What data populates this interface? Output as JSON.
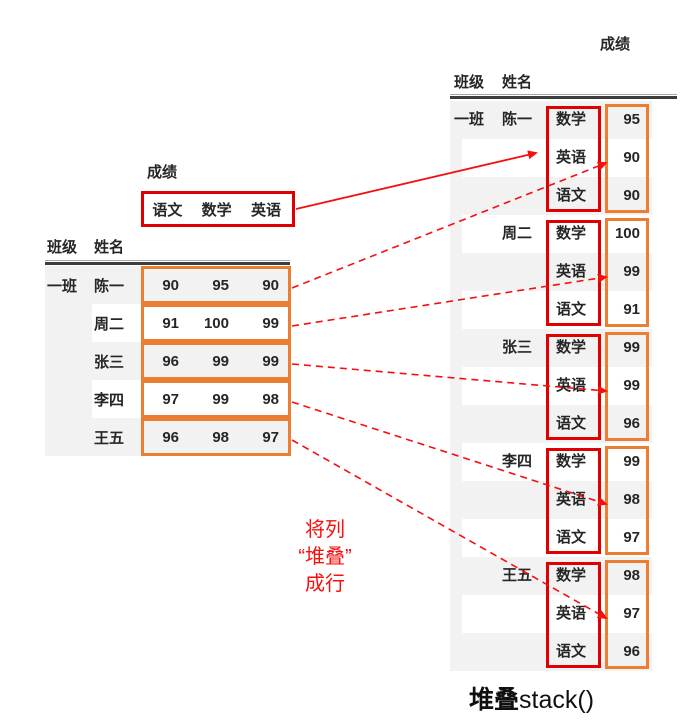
{
  "wide_table": {
    "value_group_header": "成绩",
    "value_headers": [
      "语文",
      "数学",
      "英语"
    ],
    "index_headers": [
      "班级",
      "姓名"
    ],
    "class_value": "一班",
    "rows": [
      {
        "name": "陈一",
        "scores": [
          "90",
          "95",
          "90"
        ]
      },
      {
        "name": "周二",
        "scores": [
          "91",
          "100",
          "99"
        ]
      },
      {
        "name": "张三",
        "scores": [
          "96",
          "99",
          "99"
        ]
      },
      {
        "name": "李四",
        "scores": [
          "97",
          "99",
          "98"
        ]
      },
      {
        "name": "王五",
        "scores": [
          "96",
          "98",
          "97"
        ]
      }
    ]
  },
  "long_table": {
    "value_group_header": "成绩",
    "index_headers": [
      "班级",
      "姓名"
    ],
    "class_value": "一班",
    "groups": [
      {
        "name": "陈一",
        "items": [
          {
            "subject": "数学",
            "score": "95"
          },
          {
            "subject": "英语",
            "score": "90"
          },
          {
            "subject": "语文",
            "score": "90"
          }
        ]
      },
      {
        "name": "周二",
        "items": [
          {
            "subject": "数学",
            "score": "100"
          },
          {
            "subject": "英语",
            "score": "99"
          },
          {
            "subject": "语文",
            "score": "91"
          }
        ]
      },
      {
        "name": "张三",
        "items": [
          {
            "subject": "数学",
            "score": "99"
          },
          {
            "subject": "英语",
            "score": "99"
          },
          {
            "subject": "语文",
            "score": "96"
          }
        ]
      },
      {
        "name": "李四",
        "items": [
          {
            "subject": "数学",
            "score": "99"
          },
          {
            "subject": "英语",
            "score": "98"
          },
          {
            "subject": "语文",
            "score": "97"
          }
        ]
      },
      {
        "name": "王五",
        "items": [
          {
            "subject": "数学",
            "score": "98"
          },
          {
            "subject": "英语",
            "score": "97"
          },
          {
            "subject": "语文",
            "score": "96"
          }
        ]
      }
    ]
  },
  "annotation_lines": [
    "将列",
    "“堆叠”",
    "成行"
  ],
  "caption": {
    "cn": "堆叠",
    "code": "stack()"
  },
  "colors": {
    "box_red": "#e00000",
    "box_orange": "#ed7d31",
    "arrow_red": "#f50f0f",
    "annotation_red": "#fa0f0f",
    "row_stripe": "#f2f2f2",
    "text": "#262626"
  }
}
